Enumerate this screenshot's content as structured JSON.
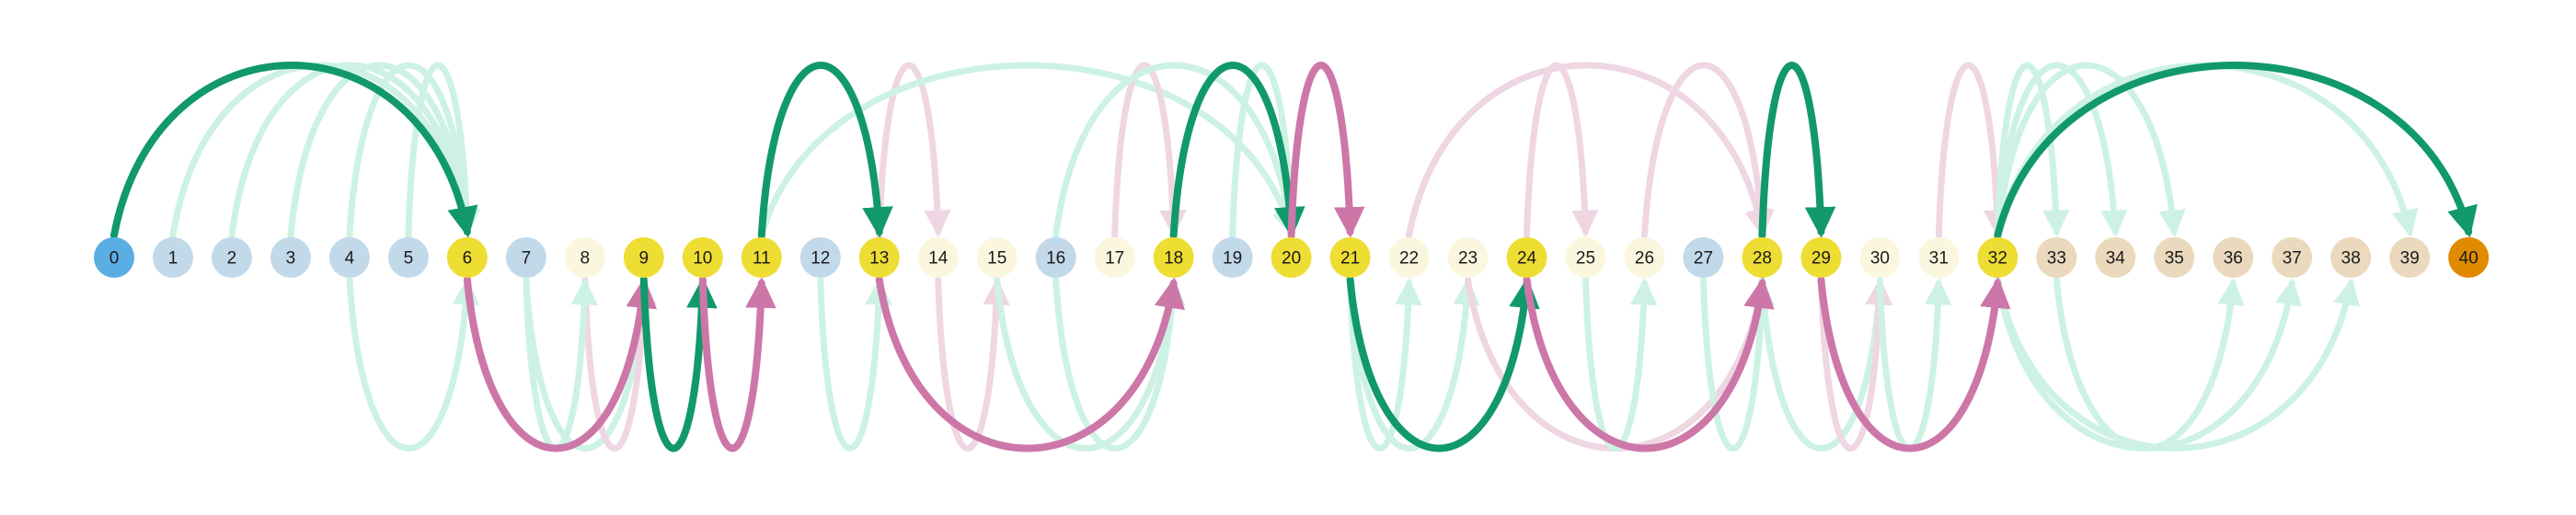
{
  "colors": {
    "start": "#5aaee3",
    "end": "#e08a00",
    "path_node": "#eedd33",
    "visited_node": "#c2d9ea",
    "frontier_node": "#fbf7df",
    "unreached_node": "#ead9bd",
    "path_green": "#11996b",
    "path_pink": "#cc77a8",
    "faint_green": "#cdf2e4",
    "faint_pink": "#efd6e3"
  },
  "nodes": [
    {
      "id": 0,
      "label": "0",
      "kind": "start"
    },
    {
      "id": 1,
      "label": "1",
      "kind": "visited"
    },
    {
      "id": 2,
      "label": "2",
      "kind": "visited"
    },
    {
      "id": 3,
      "label": "3",
      "kind": "visited"
    },
    {
      "id": 4,
      "label": "4",
      "kind": "visited"
    },
    {
      "id": 5,
      "label": "5",
      "kind": "visited"
    },
    {
      "id": 6,
      "label": "6",
      "kind": "path"
    },
    {
      "id": 7,
      "label": "7",
      "kind": "visited"
    },
    {
      "id": 8,
      "label": "8",
      "kind": "frontier"
    },
    {
      "id": 9,
      "label": "9",
      "kind": "path"
    },
    {
      "id": 10,
      "label": "10",
      "kind": "path"
    },
    {
      "id": 11,
      "label": "11",
      "kind": "path"
    },
    {
      "id": 12,
      "label": "12",
      "kind": "visited"
    },
    {
      "id": 13,
      "label": "13",
      "kind": "path"
    },
    {
      "id": 14,
      "label": "14",
      "kind": "frontier"
    },
    {
      "id": 15,
      "label": "15",
      "kind": "frontier"
    },
    {
      "id": 16,
      "label": "16",
      "kind": "visited"
    },
    {
      "id": 17,
      "label": "17",
      "kind": "frontier"
    },
    {
      "id": 18,
      "label": "18",
      "kind": "path"
    },
    {
      "id": 19,
      "label": "19",
      "kind": "visited"
    },
    {
      "id": 20,
      "label": "20",
      "kind": "path"
    },
    {
      "id": 21,
      "label": "21",
      "kind": "path"
    },
    {
      "id": 22,
      "label": "22",
      "kind": "frontier"
    },
    {
      "id": 23,
      "label": "23",
      "kind": "frontier"
    },
    {
      "id": 24,
      "label": "24",
      "kind": "path"
    },
    {
      "id": 25,
      "label": "25",
      "kind": "frontier"
    },
    {
      "id": 26,
      "label": "26",
      "kind": "frontier"
    },
    {
      "id": 27,
      "label": "27",
      "kind": "visited"
    },
    {
      "id": 28,
      "label": "28",
      "kind": "path"
    },
    {
      "id": 29,
      "label": "29",
      "kind": "path"
    },
    {
      "id": 30,
      "label": "30",
      "kind": "frontier"
    },
    {
      "id": 31,
      "label": "31",
      "kind": "frontier"
    },
    {
      "id": 32,
      "label": "32",
      "kind": "path"
    },
    {
      "id": 33,
      "label": "33",
      "kind": "unreached"
    },
    {
      "id": 34,
      "label": "34",
      "kind": "unreached"
    },
    {
      "id": 35,
      "label": "35",
      "kind": "unreached"
    },
    {
      "id": 36,
      "label": "36",
      "kind": "unreached"
    },
    {
      "id": 37,
      "label": "37",
      "kind": "unreached"
    },
    {
      "id": 38,
      "label": "38",
      "kind": "unreached"
    },
    {
      "id": 39,
      "label": "39",
      "kind": "unreached"
    },
    {
      "id": 40,
      "label": "40",
      "kind": "end"
    }
  ],
  "path_edges": [
    {
      "from": 0,
      "to": 6,
      "side": "above",
      "color": "green"
    },
    {
      "from": 6,
      "to": 9,
      "side": "below",
      "color": "pink"
    },
    {
      "from": 9,
      "to": 10,
      "side": "below",
      "color": "green"
    },
    {
      "from": 10,
      "to": 11,
      "side": "below",
      "color": "pink"
    },
    {
      "from": 11,
      "to": 13,
      "side": "above",
      "color": "green"
    },
    {
      "from": 13,
      "to": 18,
      "side": "below",
      "color": "pink"
    },
    {
      "from": 18,
      "to": 20,
      "side": "above",
      "color": "green"
    },
    {
      "from": 20,
      "to": 21,
      "side": "above",
      "color": "pink"
    },
    {
      "from": 21,
      "to": 24,
      "side": "below",
      "color": "green"
    },
    {
      "from": 24,
      "to": 28,
      "side": "below",
      "color": "pink"
    },
    {
      "from": 28,
      "to": 29,
      "side": "above",
      "color": "green"
    },
    {
      "from": 29,
      "to": 32,
      "side": "below",
      "color": "pink"
    },
    {
      "from": 32,
      "to": 40,
      "side": "above",
      "color": "green"
    }
  ],
  "faint_edges": [
    {
      "from": 1,
      "to": 6,
      "side": "above",
      "color": "green"
    },
    {
      "from": 2,
      "to": 6,
      "side": "above",
      "color": "green"
    },
    {
      "from": 3,
      "to": 6,
      "side": "above",
      "color": "green"
    },
    {
      "from": 4,
      "to": 6,
      "side": "above",
      "color": "green"
    },
    {
      "from": 5,
      "to": 6,
      "side": "above",
      "color": "green"
    },
    {
      "from": 4,
      "to": 6,
      "side": "below",
      "color": "green"
    },
    {
      "from": 7,
      "to": 9,
      "side": "below",
      "color": "green"
    },
    {
      "from": 8,
      "to": 9,
      "side": "below",
      "color": "pink"
    },
    {
      "from": 7,
      "to": 8,
      "side": "below",
      "color": "green"
    },
    {
      "from": 12,
      "to": 13,
      "side": "below",
      "color": "green"
    },
    {
      "from": 13,
      "to": 14,
      "side": "above",
      "color": "pink"
    },
    {
      "from": 14,
      "to": 15,
      "side": "below",
      "color": "pink"
    },
    {
      "from": 15,
      "to": 18,
      "side": "below",
      "color": "green"
    },
    {
      "from": 16,
      "to": 18,
      "side": "below",
      "color": "green"
    },
    {
      "from": 11,
      "to": 20,
      "side": "above",
      "color": "green"
    },
    {
      "from": 17,
      "to": 18,
      "side": "above",
      "color": "pink"
    },
    {
      "from": 16,
      "to": 20,
      "side": "above",
      "color": "green"
    },
    {
      "from": 19,
      "to": 20,
      "side": "above",
      "color": "green"
    },
    {
      "from": 21,
      "to": 22,
      "side": "below",
      "color": "green"
    },
    {
      "from": 21,
      "to": 23,
      "side": "below",
      "color": "green"
    },
    {
      "from": 22,
      "to": 28,
      "side": "above",
      "color": "pink"
    },
    {
      "from": 24,
      "to": 25,
      "side": "above",
      "color": "pink"
    },
    {
      "from": 23,
      "to": 28,
      "side": "below",
      "color": "pink"
    },
    {
      "from": 25,
      "to": 26,
      "side": "below",
      "color": "green"
    },
    {
      "from": 26,
      "to": 28,
      "side": "above",
      "color": "pink"
    },
    {
      "from": 27,
      "to": 28,
      "side": "below",
      "color": "green"
    },
    {
      "from": 28,
      "to": 30,
      "side": "below",
      "color": "green"
    },
    {
      "from": 29,
      "to": 30,
      "side": "below",
      "color": "pink"
    },
    {
      "from": 30,
      "to": 31,
      "side": "below",
      "color": "green"
    },
    {
      "from": 31,
      "to": 32,
      "side": "above",
      "color": "pink"
    },
    {
      "from": 32,
      "to": 33,
      "side": "above",
      "color": "green"
    },
    {
      "from": 32,
      "to": 34,
      "side": "above",
      "color": "green"
    },
    {
      "from": 32,
      "to": 35,
      "side": "above",
      "color": "green"
    },
    {
      "from": 32,
      "to": 39,
      "side": "above",
      "color": "green"
    },
    {
      "from": 32,
      "to": 37,
      "side": "below",
      "color": "green"
    },
    {
      "from": 32,
      "to": 38,
      "side": "below",
      "color": "green"
    },
    {
      "from": 33,
      "to": 36,
      "side": "below",
      "color": "green"
    }
  ]
}
